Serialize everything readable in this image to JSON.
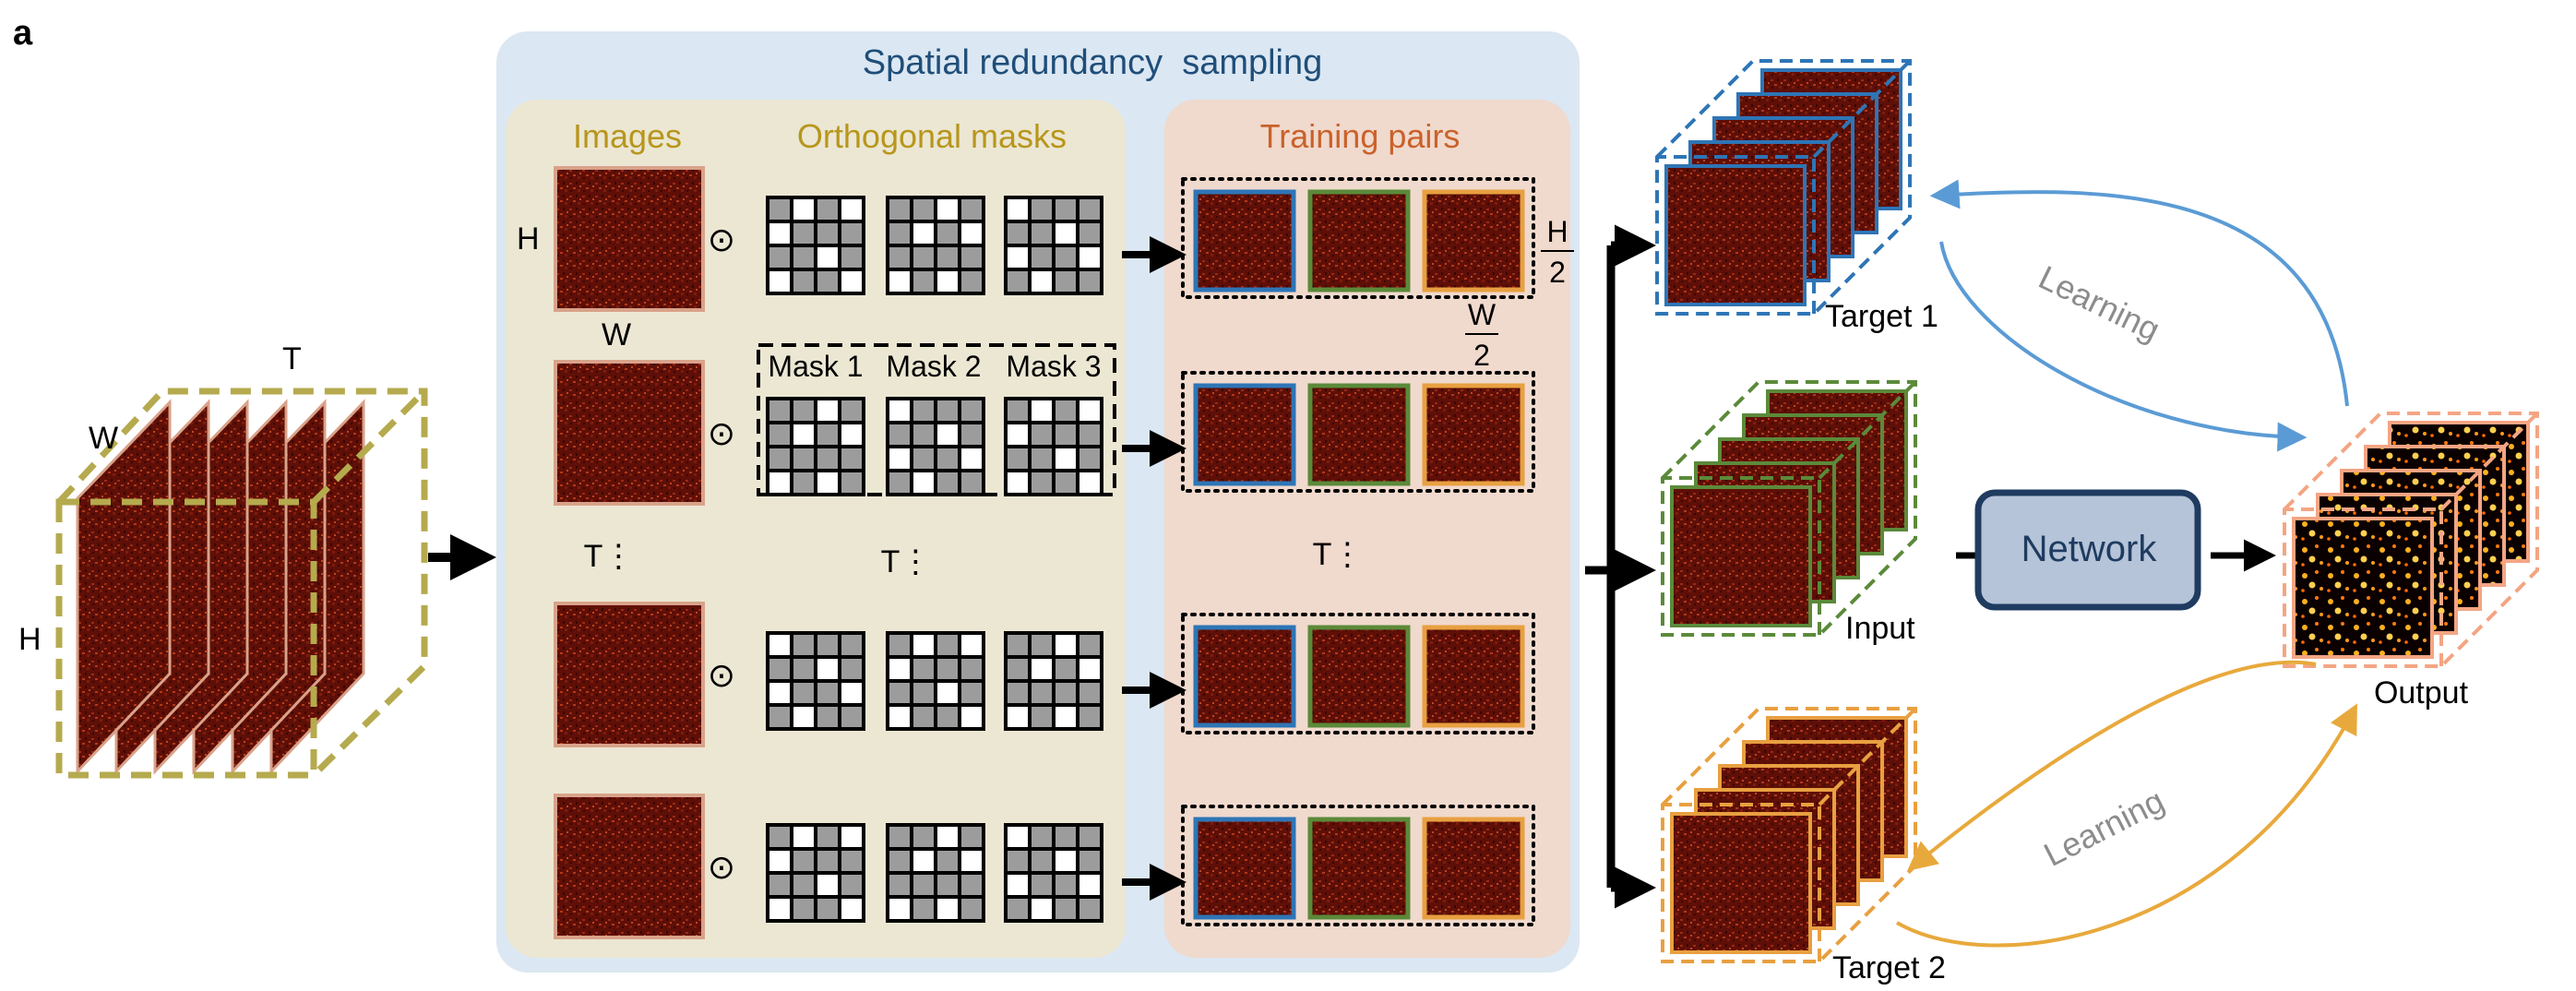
{
  "panel_label": "a",
  "title": "Spatial redundancy  sampling",
  "images_header": "Images",
  "masks_header": "Orthogonal masks",
  "pairs_header": "Training pairs",
  "stack_labels": {
    "w": "W",
    "t": "T",
    "h": "H"
  },
  "row_dim_labels": {
    "h": "H",
    "w": "W"
  },
  "half_labels": {
    "h_num": "H",
    "h_den": "2",
    "w_num": "W",
    "w_den": "2"
  },
  "mask_names": [
    "Mask 1",
    "Mask 2",
    "Mask 3"
  ],
  "ellipsis_labels": {
    "images": "T⋮",
    "masks": "T⋮",
    "pairs": "T⋮"
  },
  "hadamard_symbol": "⊙",
  "target1_label": "Target 1",
  "input_label": "Input",
  "target2_label": "Target 2",
  "network_label": "Network",
  "output_label": "Output",
  "learning_top": "Learning",
  "learning_bottom": "Learning",
  "colors": {
    "outer_panel": "#dbe7f2",
    "images_panel": "#ebe7d3",
    "pairs_panel": "#f0d9cd",
    "title_text": "#1f4e79",
    "header_gold": "#b8961d",
    "header_orange": "#c9622a",
    "stack_border": "#b5aa4e",
    "blue": "#2e75b6",
    "green": "#5b8a3a",
    "orange": "#e8a040",
    "network_fill": "#b5c4d8",
    "network_stroke": "#1f3b60",
    "arrow_blue": "#5b9bd5",
    "arrow_orange": "#e8a93c",
    "learning_text": "#8c8c8c",
    "micro_fill": "#6b1208",
    "output_fill": "#0a0000"
  }
}
